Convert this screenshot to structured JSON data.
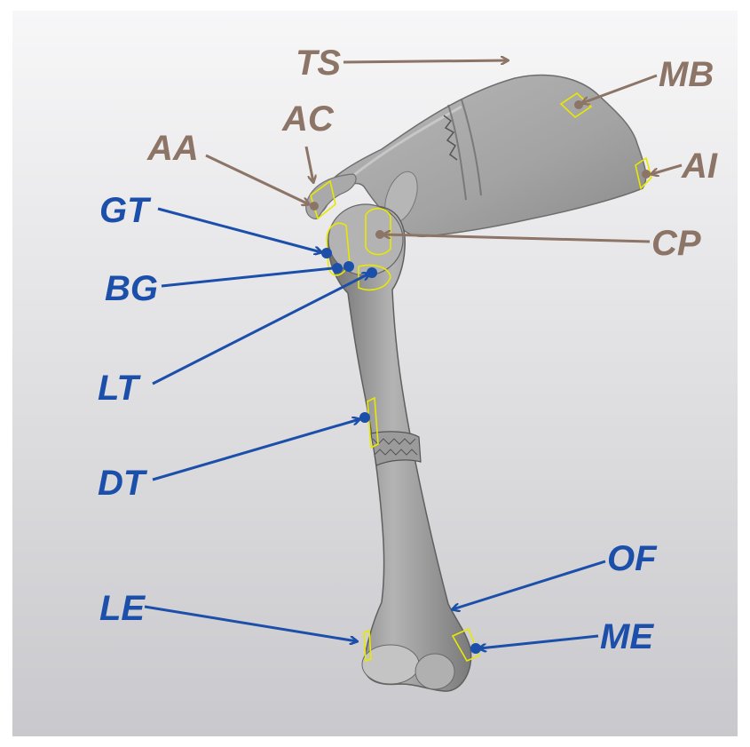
{
  "figure": {
    "background_colors": {
      "top": "#f7f7f8",
      "bottom": "#c9c9cd",
      "border": "#ffffff"
    },
    "bone_color": "#9e9e9e",
    "landmark_outline_color": "#e8e800"
  },
  "landmarks": [
    {
      "id": "TS",
      "label": "TS",
      "group": "scapula",
      "color": "#8c7466"
    },
    {
      "id": "MB",
      "label": "MB",
      "group": "scapula",
      "color": "#8c7466"
    },
    {
      "id": "AC",
      "label": "AC",
      "group": "scapula",
      "color": "#8c7466"
    },
    {
      "id": "AA",
      "label": "AA",
      "group": "scapula",
      "color": "#8c7466"
    },
    {
      "id": "AI",
      "label": "AI",
      "group": "scapula",
      "color": "#8c7466"
    },
    {
      "id": "CP",
      "label": "CP",
      "group": "scapula",
      "color": "#8c7466"
    },
    {
      "id": "GT",
      "label": "GT",
      "group": "humerus",
      "color": "#1b4faa"
    },
    {
      "id": "BG",
      "label": "BG",
      "group": "humerus",
      "color": "#1b4faa"
    },
    {
      "id": "LT",
      "label": "LT",
      "group": "humerus",
      "color": "#1b4faa"
    },
    {
      "id": "DT",
      "label": "DT",
      "group": "humerus",
      "color": "#1b4faa"
    },
    {
      "id": "OF",
      "label": "OF",
      "group": "humerus",
      "color": "#1b4faa"
    },
    {
      "id": "LE",
      "label": "LE",
      "group": "humerus",
      "color": "#1b4faa"
    },
    {
      "id": "ME",
      "label": "ME",
      "group": "humerus",
      "color": "#1b4faa"
    }
  ]
}
